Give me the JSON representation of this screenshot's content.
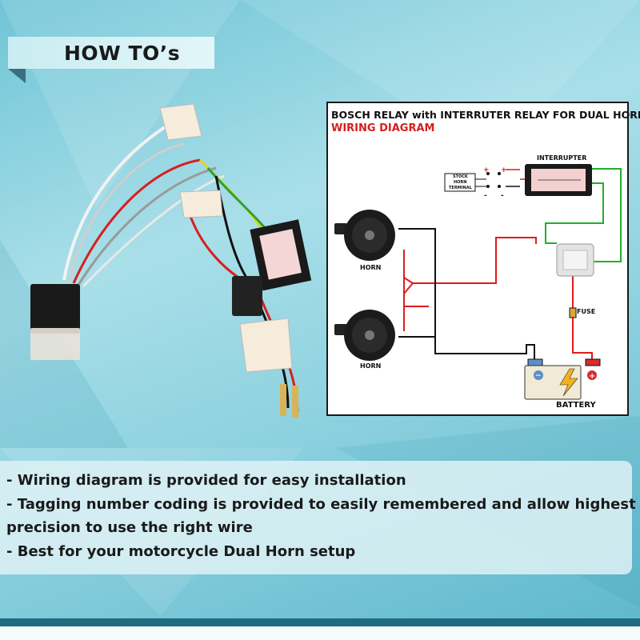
{
  "header": {
    "title": "HOW TO’s"
  },
  "diagram": {
    "title": "BOSCH RELAY with INTERRUTER RELAY FOR DUAL HORN",
    "subtitle": "WIRING DIAGRAM",
    "labels": {
      "interrupter": "INTERRUPTER",
      "stock_horn_terminal_1": "STOCK",
      "stock_horn_terminal_2": "HORN",
      "stock_horn_terminal_3": "TERMINAL",
      "horn_top": "HORN",
      "horn_bottom": "HORN",
      "fuse": "FUSE",
      "battery": "BATTERY"
    },
    "colors": {
      "positive": "#e01b1b",
      "ground": "#111111",
      "signal": "#20b02a"
    }
  },
  "info": {
    "line1": "- Wiring diagram is provided for easy installation",
    "line2": "- Tagging number coding is provided to easily remembered and allow highest",
    "line3": "precision to use the right wire",
    "line4": "- Best for your motorcycle Dual Horn setup"
  }
}
